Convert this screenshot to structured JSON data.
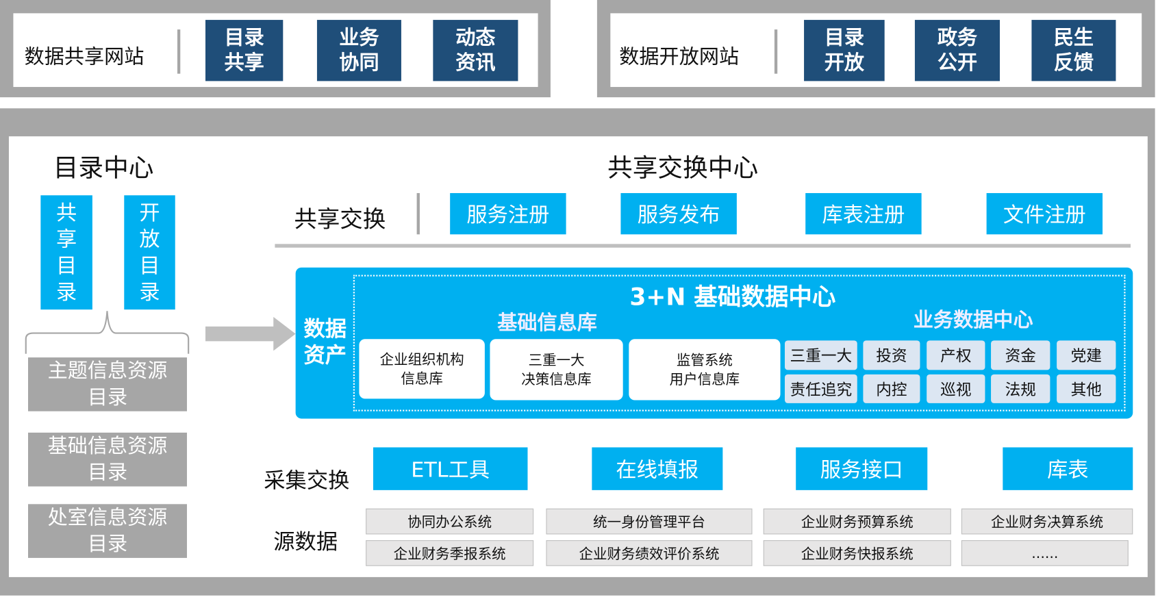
{
  "share_site": {
    "title": "数据共享网站",
    "buttons": [
      "目录\n共享",
      "业务\n协同",
      "动态\n资讯"
    ]
  },
  "open_site": {
    "title": "数据开放网站",
    "buttons": [
      "目录\n开放",
      "政务\n公开",
      "民生\n反馈"
    ]
  },
  "catalog_center": {
    "title": "目录中心",
    "columns": [
      "共\n享\n目\n录",
      "开\n放\n目\n录"
    ],
    "catalogs": [
      "主题信息资源\n目录",
      "基础信息资源\n目录",
      "处室信息资源\n目录"
    ]
  },
  "exchange_center": {
    "title": "共享交换中心",
    "row_label": "共享交换",
    "buttons": [
      "服务注册",
      "服务发布",
      "库表注册",
      "文件注册"
    ]
  },
  "data_center": {
    "side_label": "数据\n资产",
    "title": "3+N 基础数据中心",
    "basic_title": "基础信息库",
    "basic_items": [
      "企业组织机构\n信息库",
      "三重一大\n决策信息库",
      "监管系统\n用户信息库"
    ],
    "business_title": "业务数据中心",
    "business_items": [
      [
        "三重一大",
        "投资",
        "产权",
        "资金",
        "党建"
      ],
      [
        "责任追究",
        "内控",
        "巡视",
        "法规",
        "其他"
      ]
    ]
  },
  "collection": {
    "label": "采集交换",
    "buttons": [
      "ETL工具",
      "在线填报",
      "服务接口",
      "库表"
    ]
  },
  "source": {
    "label": "源数据",
    "items": [
      [
        "协同办公系统",
        "统一身份管理平台",
        "企业财务预算系统",
        "企业财务决算系统"
      ],
      [
        "企业财务季报系统",
        "企业财务绩效评价系统",
        "企业财务快报系统",
        "......"
      ]
    ]
  },
  "colors": {
    "dark_blue": "#1f4e79",
    "cyan": "#00b0f0",
    "gray": "#a6a6a6",
    "light_blue": "#dce6f2"
  }
}
